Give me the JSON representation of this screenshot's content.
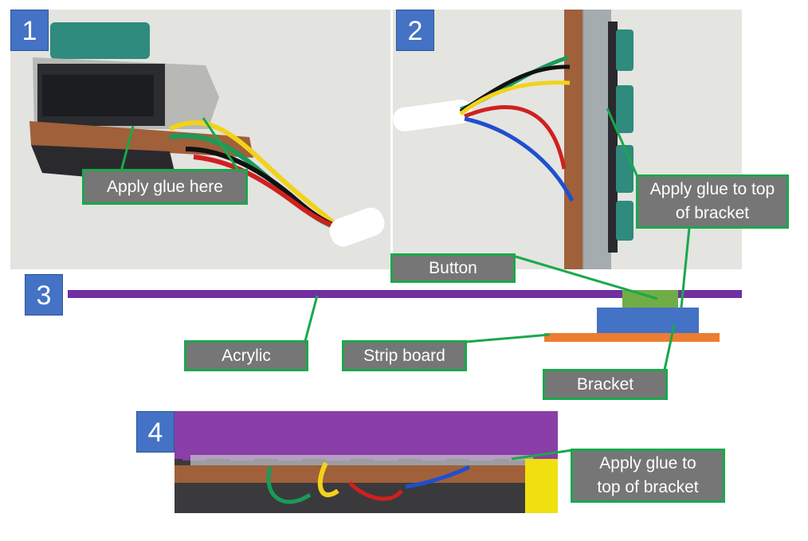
{
  "steps": {
    "one": "1",
    "two": "2",
    "three": "3",
    "four": "4"
  },
  "callouts": {
    "photo1_glue": "Apply glue here",
    "photo2_glue": "Apply glue to top of bracket",
    "button": "Button",
    "acrylic": "Acrylic",
    "strip_board": "Strip board",
    "bracket": "Bracket",
    "photo4_glue": "Apply glue to top of bracket"
  },
  "colors": {
    "callout_fill": "#767676",
    "callout_border": "#1aa84c",
    "step_badge": "#4472c4",
    "acrylic": "#7030a0",
    "button": "#70ad47",
    "bracket": "#4472c4",
    "strip_board": "#ed7d31"
  }
}
